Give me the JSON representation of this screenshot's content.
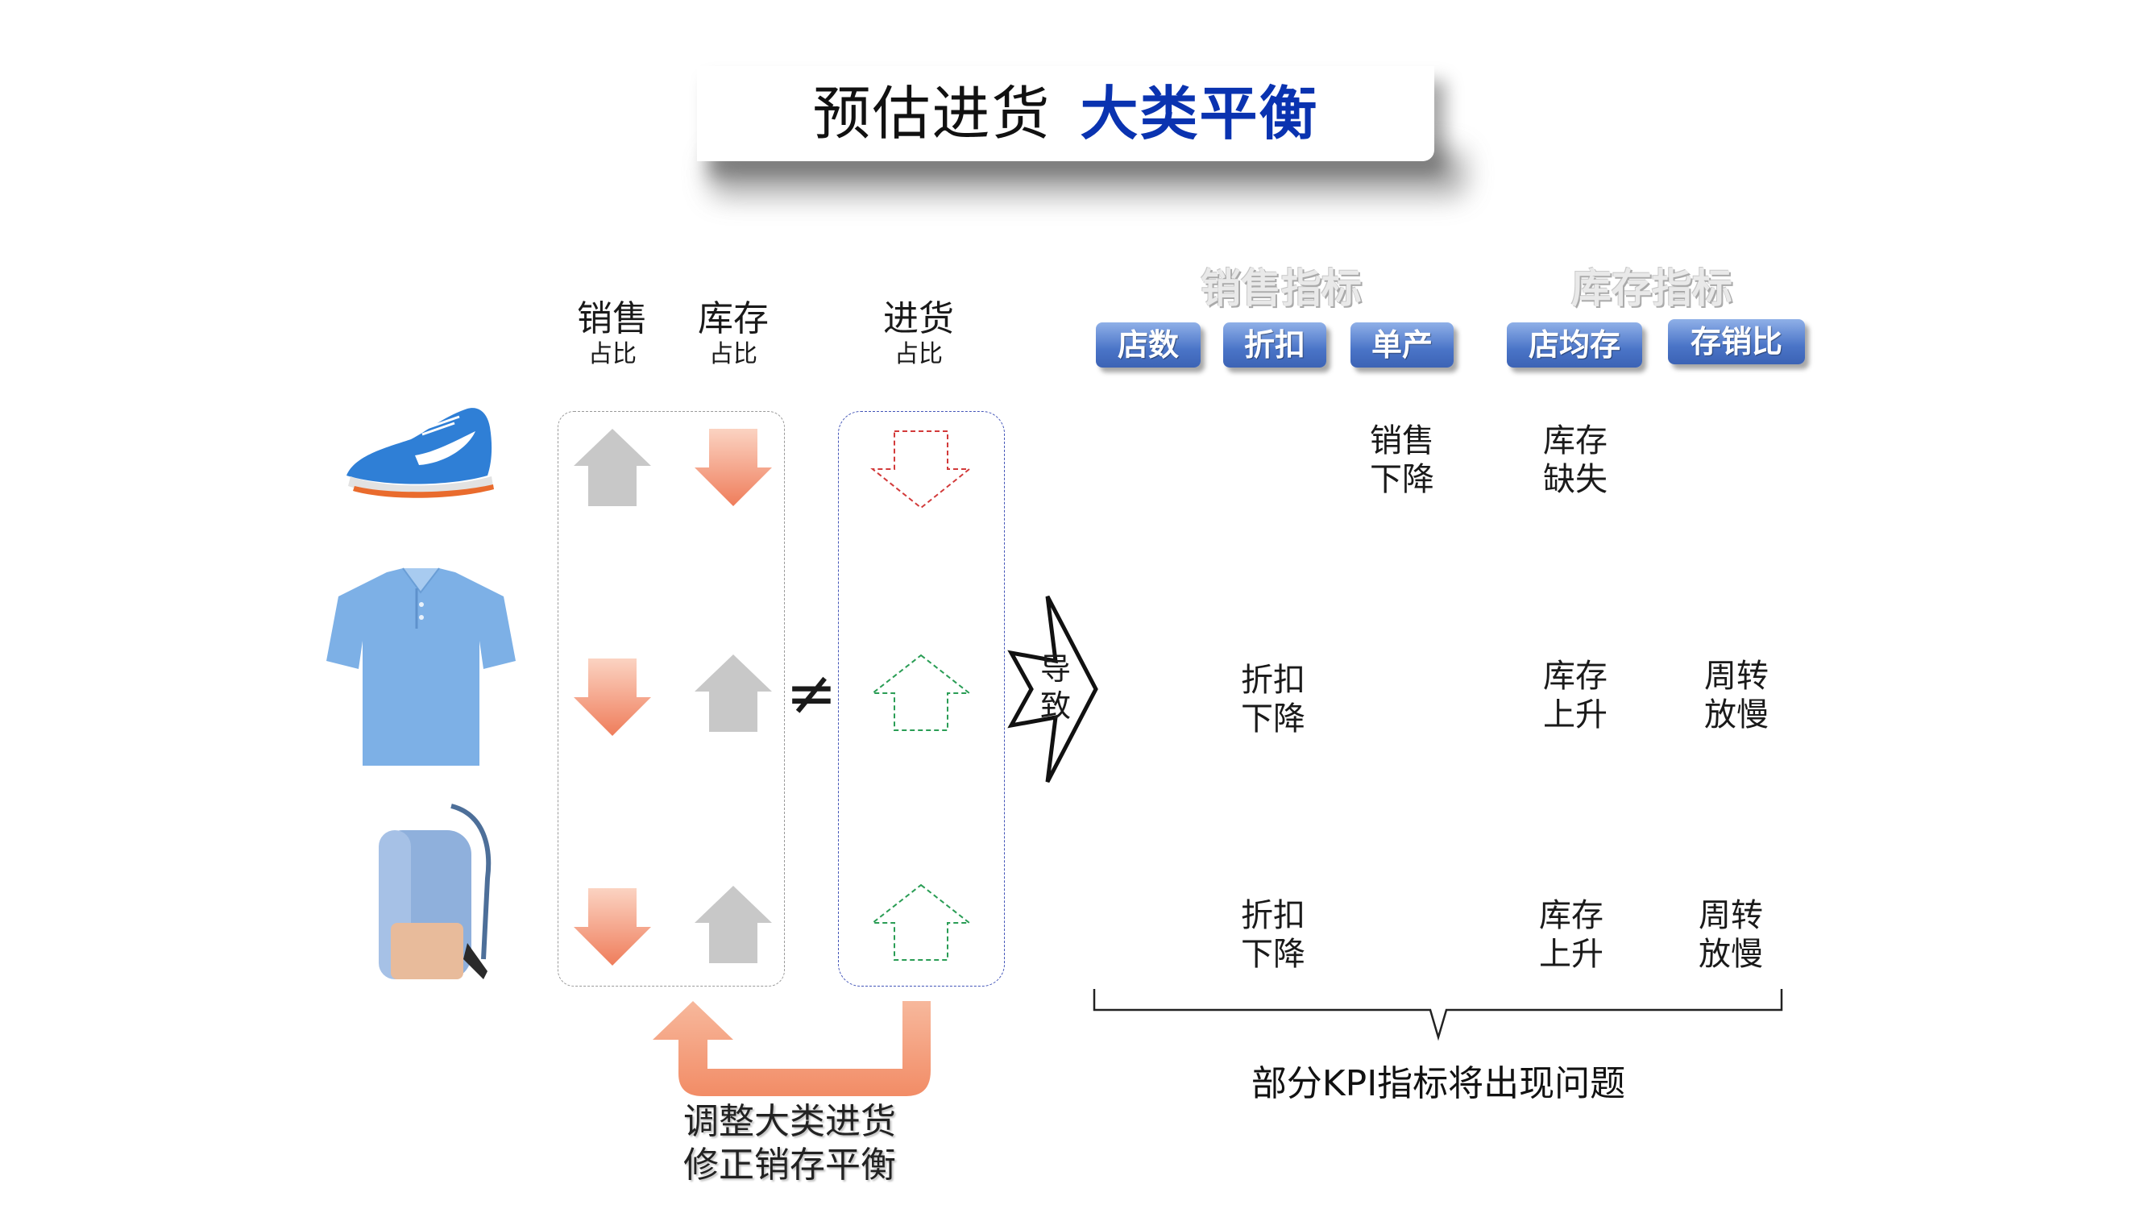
{
  "title": {
    "prefix": "预估进货",
    "emphasis": "大类平衡"
  },
  "columns": {
    "sales": {
      "label": "销售",
      "sub": "占比"
    },
    "stock": {
      "label": "库存",
      "sub": "占比"
    },
    "purchase": {
      "label": "进货",
      "sub": "占比"
    }
  },
  "groups": {
    "sales_title": "销售指标",
    "stock_title": "库存指标"
  },
  "kpi_pills": [
    "店数",
    "折扣",
    "单产",
    "店均存",
    "存销比"
  ],
  "neq_symbol": "≠",
  "cause_label": [
    "导",
    "致"
  ],
  "rows": [
    {
      "item": "sneaker",
      "sales_dir": "up",
      "stock_dir": "down",
      "purchase_dir": "down",
      "cells": {
        "discount": "",
        "unit_output": "销售\n下降",
        "avg_stock": "库存\n缺失",
        "ratio": ""
      }
    },
    {
      "item": "polo shirt",
      "sales_dir": "down",
      "stock_dir": "up",
      "purchase_dir": "up",
      "cells": {
        "discount": "折扣\n下降",
        "unit_output": "",
        "avg_stock": "库存\n上升",
        "ratio": "周转\n放慢"
      }
    },
    {
      "item": "backpack",
      "sales_dir": "down",
      "stock_dir": "up",
      "purchase_dir": "up",
      "cells": {
        "discount": "折扣\n下降",
        "unit_output": "",
        "avg_stock": "库存\n上升",
        "ratio": "周转\n放慢"
      }
    }
  ],
  "row_text": {
    "r1_unit_l1": "销售",
    "r1_unit_l2": "下降",
    "r1_stock_l1": "库存",
    "r1_stock_l2": "缺失",
    "r2_disc_l1": "折扣",
    "r2_disc_l2": "下降",
    "r2_stock_l1": "库存",
    "r2_stock_l2": "上升",
    "r2_ratio_l1": "周转",
    "r2_ratio_l2": "放慢",
    "r3_disc_l1": "折扣",
    "r3_disc_l2": "下降",
    "r3_stock_l1": "库存",
    "r3_stock_l2": "上升",
    "r3_ratio_l1": "周转",
    "r3_ratio_l2": "放慢"
  },
  "footer": {
    "kpi_issue": "部分KPI指标将出现问题",
    "adjust_line1": "调整大类进货",
    "adjust_line2": "修正销存平衡"
  },
  "colors": {
    "accent_blue": "#0a33b0",
    "up_arrow": "#c8c8c8",
    "down_arrow": "#f2876a",
    "dashed_red": "#d23a3a",
    "dashed_green": "#2a9d55",
    "loop_arrow": "#f4a686"
  },
  "icons": [
    "sneaker-image",
    "polo-shirt-image",
    "backpack-image",
    "up-arrow-icon",
    "down-arrow-icon",
    "lead-to-arrow-icon",
    "loop-arrow-icon",
    "brace-icon"
  ]
}
